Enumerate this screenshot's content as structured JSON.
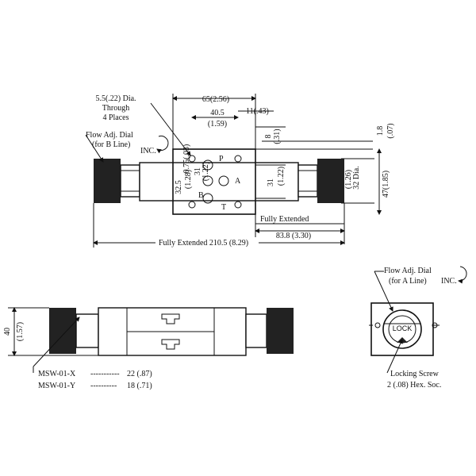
{
  "top_view": {
    "hole_note": [
      "5.5(.22) Dia.",
      "Through",
      "4 Places"
    ],
    "flow_dial_b": [
      "Flow Adj. Dial",
      "(for B Line)"
    ],
    "inc_label": "INC.",
    "dim_65": "65(2.56)",
    "dim_11": "11(.43)",
    "dim_40_5": "40.5",
    "dim_1_59": "(1.59)",
    "dim_8": "8",
    "dim_0_31": "(.31)",
    "dim_1_8": "1.8",
    "dim_0_07": "(.07)",
    "dim_0_75": "0.75(.03)",
    "dim_32_5": "32.5",
    "dim_1_28": "(1.28)",
    "dim_31": "31",
    "dim_1_22a": "(1.22)",
    "dim_1_22b": "(1.22)",
    "dim_31b": "31",
    "dim_32_dia": "32 Dia.",
    "dim_1_26": "(1.26)",
    "dim_47": "47(1.85)",
    "port_p": "P",
    "port_a": "A",
    "port_b": "B",
    "port_t": "T",
    "fully_extended": "Fully Extended",
    "dim_83_8": "83.8 (3.30)",
    "fully_extended_total": "Fully Extended  210.5 (8.29)"
  },
  "side_view": {
    "dim_40": "40",
    "dim_1_57": "(1.57)",
    "models": [
      {
        "name": "MSW-01-X",
        "value": "22 (.87)"
      },
      {
        "name": "MSW-01-Y",
        "value": "18 (.71)"
      }
    ],
    "dashes_x": "-----------",
    "dashes_y": "----------"
  },
  "end_view": {
    "flow_dial_a": [
      "Flow Adj. Dial",
      "(for A Line)"
    ],
    "inc_label": "INC.",
    "lock_label": "LOCK",
    "locking_screw": [
      "Locking Screw",
      "2 (.08) Hex. Soc."
    ]
  }
}
